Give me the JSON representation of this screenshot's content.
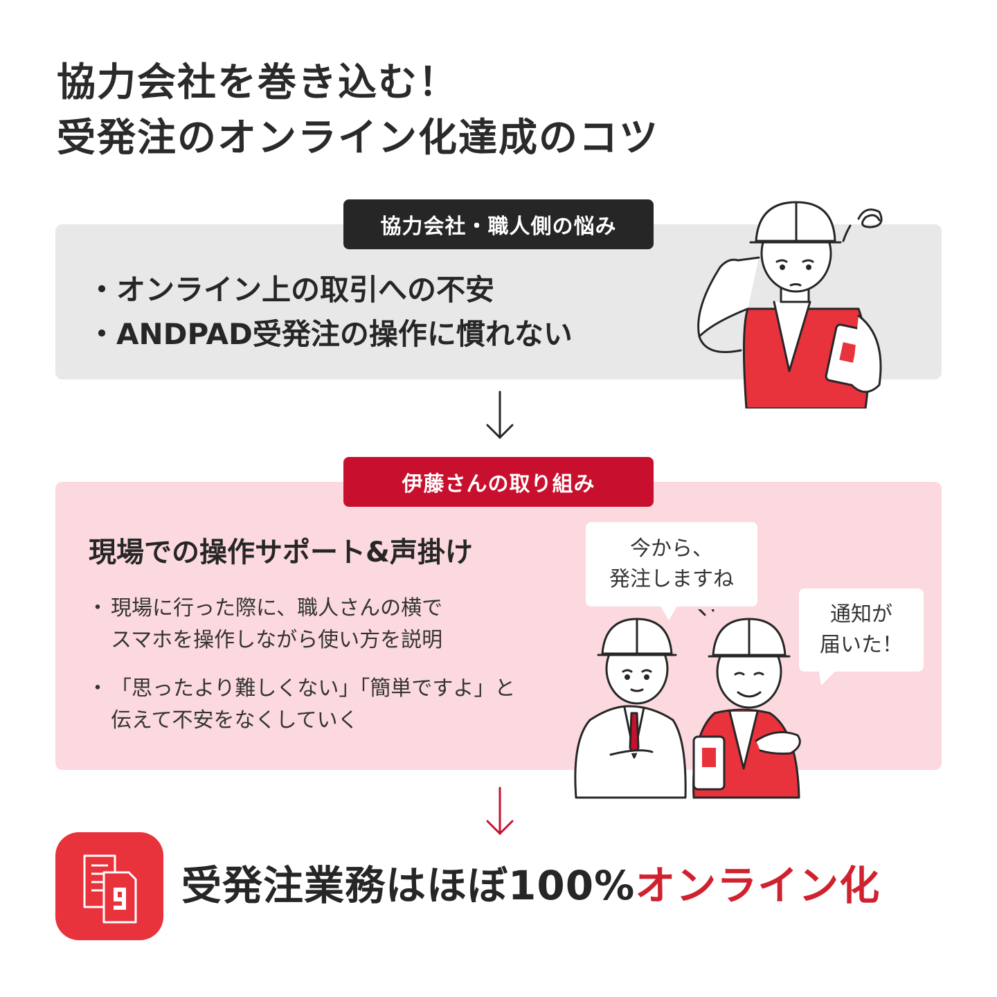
{
  "title": {
    "line1": "協力会社を巻き込む！",
    "line2": "受発注のオンライン化達成のコツ"
  },
  "problem": {
    "badge": "協力会社・職人側の悩み",
    "items": [
      "・オンライン上の取引への不安",
      "・ANDPAD受発注の操作に慣れない"
    ]
  },
  "approach": {
    "badge": "伊藤さんの取り組み",
    "heading": "現場での操作サポート&声掛け",
    "bullets": [
      {
        "dot": "・",
        "line1": "現場に行った際に、職人さんの横で",
        "line2": "スマホを操作しながら使い方を説明"
      },
      {
        "dot": "・",
        "line1": "「思ったより難しくない」「簡単ですよ」と",
        "line2": "伝えて不安をなくしていく"
      }
    ],
    "speech1": {
      "line1": "今から、",
      "line2": "発注しますね"
    },
    "speech2": {
      "line1": "通知が",
      "line2": "届いた！"
    }
  },
  "result": {
    "text_main": "受発注業務はほぼ100%",
    "text_accent": "オンライン化"
  },
  "colors": {
    "accent_red": "#c8102e",
    "app_red": "#e8323c",
    "gray_panel": "#e8e8e8",
    "pink_panel": "#fbd9de",
    "dark": "#262626"
  },
  "icons": {
    "app": "document-order-app-icon",
    "arrow": "down-arrow-icon"
  }
}
